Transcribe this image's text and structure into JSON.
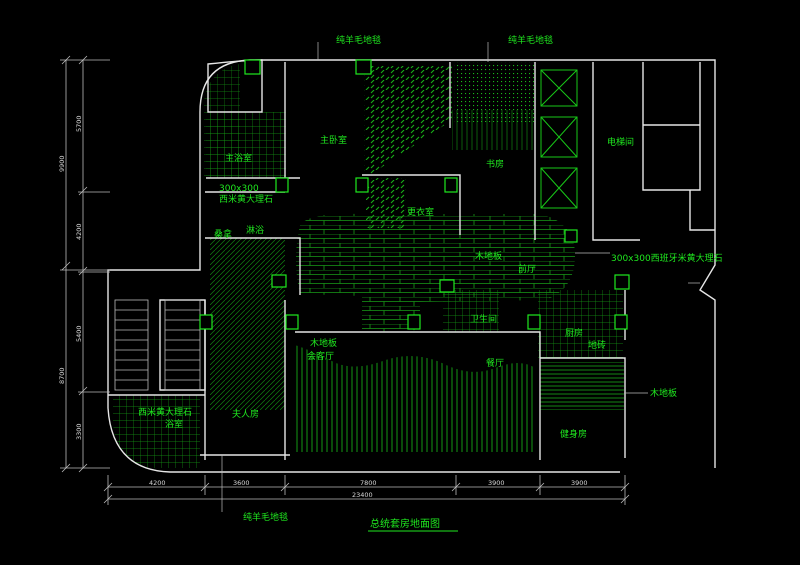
{
  "title": "总统套房地面图",
  "colors": {
    "background": "#000000",
    "label": "#1fe81f",
    "wall": "#e6e6e6",
    "dimension": "#d9d9d9",
    "hatch": "#18a818"
  },
  "labels": {
    "carpet_top_left": "纯羊毛地毯",
    "carpet_top_right": "纯羊毛地毯",
    "master_bedroom": "主卧室",
    "master_bath": "主浴室",
    "marble_300_line1": "300x300",
    "marble_300_line2": "西米黄大理石",
    "study": "书房",
    "elevator_hall": "电梯间",
    "dressing_room": "更衣室",
    "sauna": "桑拿",
    "shower": "淋浴",
    "wood_floor_center": "木地板",
    "foyer": "前厅",
    "marble_ivory": "300x300西班牙米黄大理石",
    "restroom": "卫生间",
    "kitchen": "厨房",
    "floor_tile": "地砖",
    "wood_floor_guest": "木地板",
    "guest_hall": "会客厅",
    "dining_room": "餐厅",
    "wood_floor_right": "木地板",
    "gym": "健身房",
    "marble_bath_line1": "西米黄大理石",
    "marble_bath_line2": "浴室",
    "lady_room": "夫人房",
    "carpet_bottom": "纯羊毛地毯"
  },
  "dimensions": {
    "left_outer": [
      "9900",
      "8700"
    ],
    "left_inner": [
      "5700",
      "4200",
      "5400",
      "3300"
    ],
    "bottom_segments": [
      "4200",
      "3600",
      "7800",
      "3900",
      "3900"
    ],
    "bottom_total": "23400"
  }
}
